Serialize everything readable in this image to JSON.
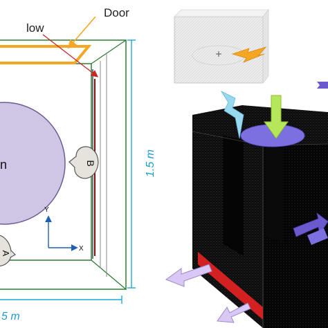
{
  "labels": {
    "door": "Door",
    "window": "low",
    "object_b": "B",
    "object_a": "A",
    "person": "n",
    "dimension_height": "1.5 m",
    "dimension_width": "5 m",
    "axis_x": "X",
    "axis_y": "Y"
  },
  "colors": {
    "room_outline": "#2e7d32",
    "dimension_line": "#1ea7d6",
    "dimension_text": "#1e9ad0",
    "door_frame": "#f5a623",
    "window_line": "#c62828",
    "person_fill": "#cfc6e6",
    "person_stroke": "#6b5b95",
    "mesh_body": "#0d0d0d",
    "inlet_fill": "#7c6fe0",
    "outlet_arrow_fill": "#d9c8f5",
    "outlet_band": "#d32020",
    "light_arrow": "#f5a623",
    "cold_arrow": "#9ad8f0",
    "green_arrow": "#b6e65a",
    "axis": "#1f5fb5"
  },
  "icons": [
    "lightning-icon",
    "arrow-icon"
  ]
}
